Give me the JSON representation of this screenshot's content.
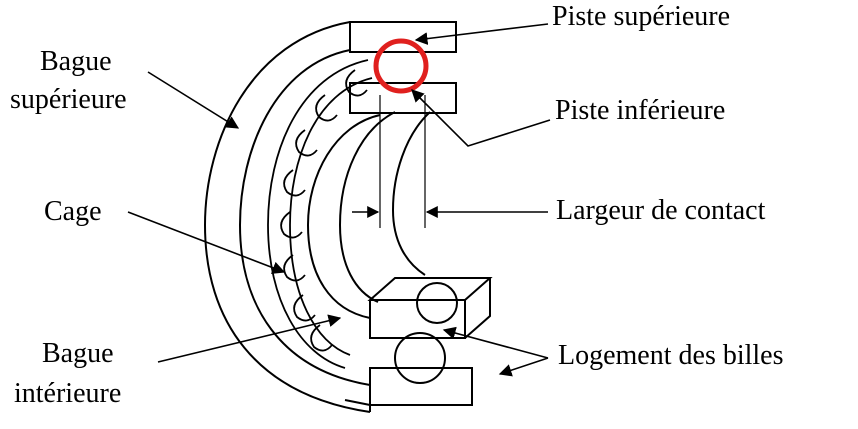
{
  "labels": {
    "bague_superieure_line1": "Bague",
    "bague_superieure_line2": "supérieure",
    "cage": "Cage",
    "bague_interieure_line1": "Bague",
    "bague_interieure_line2": "intérieure",
    "piste_superieure": "Piste supérieure",
    "piste_inferieure": "Piste inférieure",
    "largeur_de_contact": "Largeur de contact",
    "logement_des_billes": "Logement des billes"
  },
  "colors": {
    "line": "#000000",
    "ball_highlight": "#e0201e",
    "background": "#ffffff"
  }
}
